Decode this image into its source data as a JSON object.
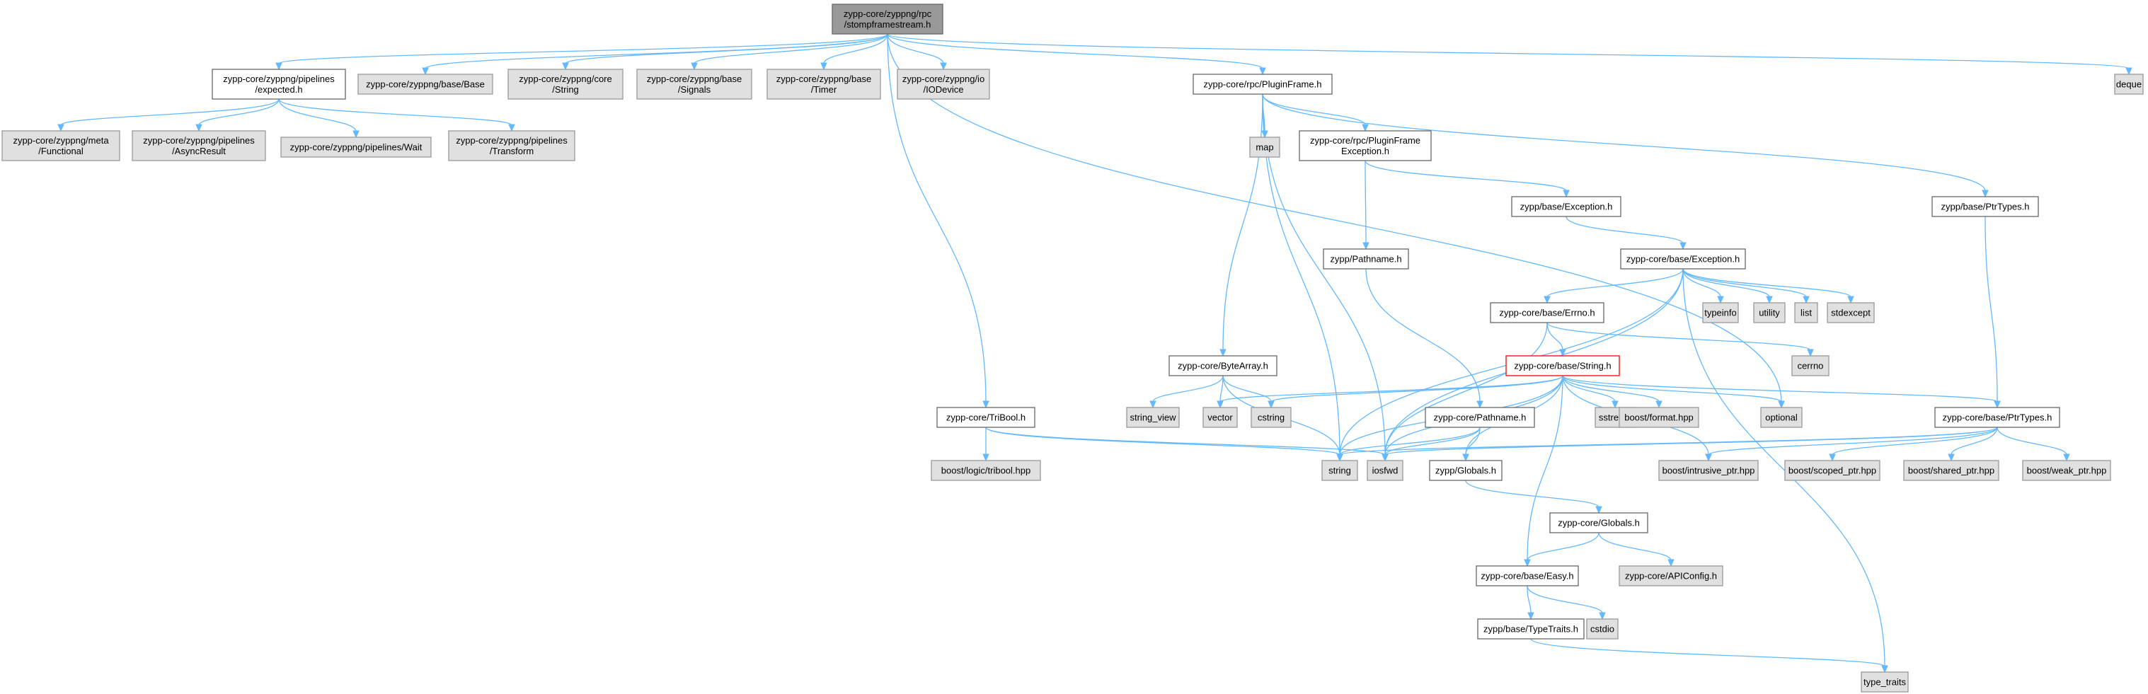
{
  "colors": {
    "edge": "#63b8ff",
    "root_fill": "#999999",
    "ext_fill": "#e0e0e0",
    "doc_fill": "#ffffff",
    "error_border": "#ff0000"
  },
  "nodes": [
    {
      "id": "root",
      "lines": [
        "zypp-core/zyppng/rpc",
        "/stompframestream.h"
      ],
      "kind": "root"
    },
    {
      "id": "expected",
      "lines": [
        "zypp-core/zyppng/pipelines",
        "/expected.h"
      ],
      "kind": "doc"
    },
    {
      "id": "base_base",
      "lines": [
        "zypp-core/zyppng/base/Base"
      ],
      "kind": "ext"
    },
    {
      "id": "core_string",
      "lines": [
        "zypp-core/zyppng/core",
        "/String"
      ],
      "kind": "ext"
    },
    {
      "id": "base_signals",
      "lines": [
        "zypp-core/zyppng/base",
        "/Signals"
      ],
      "kind": "ext"
    },
    {
      "id": "base_timer",
      "lines": [
        "zypp-core/zyppng/base",
        "/Timer"
      ],
      "kind": "ext"
    },
    {
      "id": "io_iodevice",
      "lines": [
        "zypp-core/zyppng/io",
        "/IODevice"
      ],
      "kind": "ext"
    },
    {
      "id": "pluginframe",
      "lines": [
        "zypp-core/rpc/PluginFrame.h"
      ],
      "kind": "doc"
    },
    {
      "id": "deque",
      "lines": [
        "deque"
      ],
      "kind": "ext"
    },
    {
      "id": "meta_functional",
      "lines": [
        "zypp-core/zyppng/meta",
        "/Functional"
      ],
      "kind": "ext"
    },
    {
      "id": "asyncresult",
      "lines": [
        "zypp-core/zyppng/pipelines",
        "/AsyncResult"
      ],
      "kind": "ext"
    },
    {
      "id": "wait",
      "lines": [
        "zypp-core/zyppng/pipelines/Wait"
      ],
      "kind": "ext"
    },
    {
      "id": "transform",
      "lines": [
        "zypp-core/zyppng/pipelines",
        "/Transform"
      ],
      "kind": "ext"
    },
    {
      "id": "map",
      "lines": [
        "map"
      ],
      "kind": "ext"
    },
    {
      "id": "pfexception",
      "lines": [
        "zypp-core/rpc/PluginFrame",
        "Exception.h"
      ],
      "kind": "doc"
    },
    {
      "id": "zypp_exception",
      "lines": [
        "zypp/base/Exception.h"
      ],
      "kind": "doc"
    },
    {
      "id": "zypp_ptrtypes",
      "lines": [
        "zypp/base/PtrTypes.h"
      ],
      "kind": "doc"
    },
    {
      "id": "zypp_pathname",
      "lines": [
        "zypp/Pathname.h"
      ],
      "kind": "doc"
    },
    {
      "id": "core_exception",
      "lines": [
        "zypp-core/base/Exception.h"
      ],
      "kind": "doc"
    },
    {
      "id": "typeinfo",
      "lines": [
        "typeinfo"
      ],
      "kind": "ext"
    },
    {
      "id": "utility",
      "lines": [
        "utility"
      ],
      "kind": "ext"
    },
    {
      "id": "list",
      "lines": [
        "list"
      ],
      "kind": "ext"
    },
    {
      "id": "stdexcept",
      "lines": [
        "stdexcept"
      ],
      "kind": "ext"
    },
    {
      "id": "errno",
      "lines": [
        "zypp-core/base/Errno.h"
      ],
      "kind": "doc"
    },
    {
      "id": "cerrno",
      "lines": [
        "cerrno"
      ],
      "kind": "ext"
    },
    {
      "id": "bytearray",
      "lines": [
        "zypp-core/ByteArray.h"
      ],
      "kind": "doc"
    },
    {
      "id": "string_h",
      "lines": [
        "zypp-core/base/String.h"
      ],
      "kind": "err"
    },
    {
      "id": "string_view",
      "lines": [
        "string_view"
      ],
      "kind": "ext"
    },
    {
      "id": "vector",
      "lines": [
        "vector"
      ],
      "kind": "ext"
    },
    {
      "id": "cstring",
      "lines": [
        "cstring"
      ],
      "kind": "ext"
    },
    {
      "id": "sstream",
      "lines": [
        "sstream"
      ],
      "kind": "ext"
    },
    {
      "id": "boost_format",
      "lines": [
        "boost/format.hpp"
      ],
      "kind": "ext"
    },
    {
      "id": "optional",
      "lines": [
        "optional"
      ],
      "kind": "ext"
    },
    {
      "id": "core_ptrtypes",
      "lines": [
        "zypp-core/base/PtrTypes.h"
      ],
      "kind": "doc"
    },
    {
      "id": "tribool",
      "lines": [
        "zypp-core/TriBool.h"
      ],
      "kind": "doc"
    },
    {
      "id": "core_pathname",
      "lines": [
        "zypp-core/Pathname.h"
      ],
      "kind": "doc"
    },
    {
      "id": "boost_tribool",
      "lines": [
        "boost/logic/tribool.hpp"
      ],
      "kind": "ext"
    },
    {
      "id": "string",
      "lines": [
        "string"
      ],
      "kind": "ext"
    },
    {
      "id": "iosfwd",
      "lines": [
        "iosfwd"
      ],
      "kind": "ext"
    },
    {
      "id": "zypp_globals",
      "lines": [
        "zypp/Globals.h"
      ],
      "kind": "doc"
    },
    {
      "id": "boost_intrusive",
      "lines": [
        "boost/intrusive_ptr.hpp"
      ],
      "kind": "ext"
    },
    {
      "id": "boost_scoped",
      "lines": [
        "boost/scoped_ptr.hpp"
      ],
      "kind": "ext"
    },
    {
      "id": "boost_shared",
      "lines": [
        "boost/shared_ptr.hpp"
      ],
      "kind": "ext"
    },
    {
      "id": "boost_weak",
      "lines": [
        "boost/weak_ptr.hpp"
      ],
      "kind": "ext"
    },
    {
      "id": "core_globals",
      "lines": [
        "zypp-core/Globals.h"
      ],
      "kind": "doc"
    },
    {
      "id": "easy",
      "lines": [
        "zypp-core/base/Easy.h"
      ],
      "kind": "doc"
    },
    {
      "id": "apiconfig",
      "lines": [
        "zypp-core/APIConfig.h"
      ],
      "kind": "ext"
    },
    {
      "id": "typetraits_h",
      "lines": [
        "zypp/base/TypeTraits.h"
      ],
      "kind": "doc"
    },
    {
      "id": "cstdio",
      "lines": [
        "cstdio"
      ],
      "kind": "ext"
    },
    {
      "id": "type_traits",
      "lines": [
        "type_traits"
      ],
      "kind": "ext"
    }
  ],
  "edges": [
    [
      "root",
      "expected"
    ],
    [
      "root",
      "base_base"
    ],
    [
      "root",
      "core_string"
    ],
    [
      "root",
      "base_signals"
    ],
    [
      "root",
      "base_timer"
    ],
    [
      "root",
      "io_iodevice"
    ],
    [
      "root",
      "pluginframe"
    ],
    [
      "root",
      "tribool"
    ],
    [
      "root",
      "optional"
    ],
    [
      "root",
      "deque"
    ],
    [
      "expected",
      "meta_functional"
    ],
    [
      "expected",
      "asyncresult"
    ],
    [
      "expected",
      "wait"
    ],
    [
      "expected",
      "transform"
    ],
    [
      "pluginframe",
      "map"
    ],
    [
      "pluginframe",
      "pfexception"
    ],
    [
      "pluginframe",
      "zypp_ptrtypes"
    ],
    [
      "pluginframe",
      "bytearray"
    ],
    [
      "pluginframe",
      "string"
    ],
    [
      "pluginframe",
      "iosfwd"
    ],
    [
      "pfexception",
      "zypp_exception"
    ],
    [
      "pfexception",
      "zypp_pathname"
    ],
    [
      "zypp_exception",
      "core_exception"
    ],
    [
      "zypp_ptrtypes",
      "core_ptrtypes"
    ],
    [
      "zypp_pathname",
      "core_pathname"
    ],
    [
      "core_exception",
      "typeinfo"
    ],
    [
      "core_exception",
      "utility"
    ],
    [
      "core_exception",
      "list"
    ],
    [
      "core_exception",
      "stdexcept"
    ],
    [
      "core_exception",
      "errno"
    ],
    [
      "core_exception",
      "string"
    ],
    [
      "core_exception",
      "iosfwd"
    ],
    [
      "core_exception",
      "type_traits"
    ],
    [
      "errno",
      "cerrno"
    ],
    [
      "errno",
      "string_h"
    ],
    [
      "errno",
      "iosfwd"
    ],
    [
      "bytearray",
      "string_view"
    ],
    [
      "bytearray",
      "vector"
    ],
    [
      "bytearray",
      "cstring"
    ],
    [
      "bytearray",
      "string"
    ],
    [
      "string_h",
      "vector"
    ],
    [
      "string_h",
      "cstring"
    ],
    [
      "string_h",
      "sstream"
    ],
    [
      "string_h",
      "boost_format"
    ],
    [
      "string_h",
      "optional"
    ],
    [
      "string_h",
      "core_ptrtypes"
    ],
    [
      "string_h",
      "string"
    ],
    [
      "string_h",
      "iosfwd"
    ],
    [
      "string_h",
      "zypp_globals"
    ],
    [
      "string_h",
      "easy"
    ],
    [
      "string_h",
      "boost_intrusive"
    ],
    [
      "core_ptrtypes",
      "string"
    ],
    [
      "core_ptrtypes",
      "iosfwd"
    ],
    [
      "core_ptrtypes",
      "boost_intrusive"
    ],
    [
      "core_ptrtypes",
      "boost_scoped"
    ],
    [
      "core_ptrtypes",
      "boost_shared"
    ],
    [
      "core_ptrtypes",
      "boost_weak"
    ],
    [
      "tribool",
      "boost_tribool"
    ],
    [
      "tribool",
      "string"
    ],
    [
      "tribool",
      "iosfwd"
    ],
    [
      "core_pathname",
      "string"
    ],
    [
      "core_pathname",
      "iosfwd"
    ],
    [
      "core_pathname",
      "zypp_globals"
    ],
    [
      "zypp_globals",
      "core_globals"
    ],
    [
      "core_globals",
      "easy"
    ],
    [
      "core_globals",
      "apiconfig"
    ],
    [
      "easy",
      "typetraits_h"
    ],
    [
      "easy",
      "cstdio"
    ],
    [
      "typetraits_h",
      "type_traits"
    ]
  ]
}
